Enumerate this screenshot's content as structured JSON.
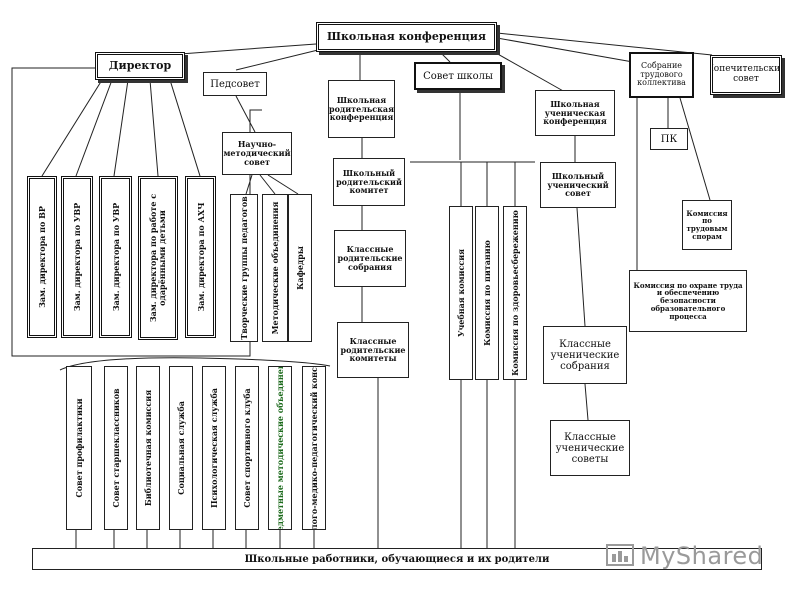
{
  "nodes": {
    "conference": "Школьная конференция",
    "director": "Директор",
    "pedsovet": "Педсовет",
    "parent_conf": "Школьная родительская конференция",
    "school_council": "Совет школы",
    "student_conf": "Школьная ученическая конференция",
    "labor_meeting": "Собрание трудового коллектива",
    "trustees": "Попечительский совет",
    "methodical_council": "Научно-методический совет",
    "parent_committee": "Школьный родительский комитет",
    "student_council": "Школьный ученический совет",
    "pk": "ПК",
    "labor_disputes": "Комиссия по трудовым спорам",
    "class_parent_meetings": "Классные родительские собрания",
    "class_parent_committees": "Классные родительские комитеты",
    "class_student_meetings": "Классные ученические собрания",
    "class_student_councils": "Классные ученические советы",
    "safety_commission": "Комиссия по охране труда и обеспечению безопасности образовательного процесса",
    "bottom": "Школьные работники, обучающиеся и их родители"
  },
  "deputies": [
    "Зам. директора по ВР",
    "Зам. директора по УВР",
    "Зам. директора по УВР",
    "Зам. директора по работе с одарёнными детьми",
    "Зам. директора по АХЧ"
  ],
  "method_units": [
    "Творческие группы педагогов",
    "Методические объединения",
    "Кафедры"
  ],
  "council_commissions": [
    "Учебная комиссия",
    "Комиссия по питанию",
    "Комиссия по здоровьесбережению"
  ],
  "services": [
    "Совет профилактики",
    "Совет старшеклассников",
    "Библиотечная комиссия",
    "Социальная служба",
    "Психологическая служба",
    "Совет спортивного клуба",
    "Предметные методические объединения",
    "Психолого-медико-педагогический консилиум"
  ],
  "watermark": "MyShared"
}
